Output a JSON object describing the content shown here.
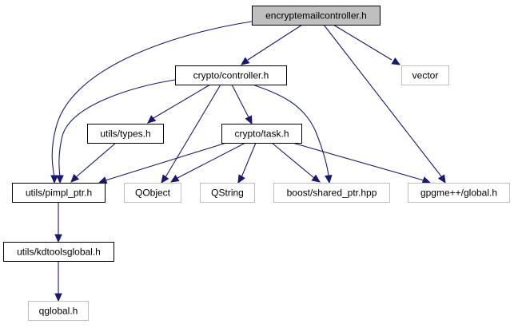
{
  "diagram": {
    "type": "include-dependency-graph",
    "colors": {
      "edge": "#191970",
      "root_fill": "#bfbfbf",
      "root_border": "#000000",
      "internal_border": "#000000",
      "external_border": "#bfbfbf",
      "text": "#000000"
    },
    "nodes": [
      {
        "id": "encryptemailcontroller",
        "label": "encryptemailcontroller.h",
        "kind": "root"
      },
      {
        "id": "crypto_controller",
        "label": "crypto/controller.h",
        "kind": "internal"
      },
      {
        "id": "vector",
        "label": "vector",
        "kind": "external"
      },
      {
        "id": "utils_types",
        "label": "utils/types.h",
        "kind": "internal"
      },
      {
        "id": "crypto_task",
        "label": "crypto/task.h",
        "kind": "internal"
      },
      {
        "id": "utils_pimpl_ptr",
        "label": "utils/pimpl_ptr.h",
        "kind": "internal"
      },
      {
        "id": "qobject",
        "label": "QObject",
        "kind": "external"
      },
      {
        "id": "qstring",
        "label": "QString",
        "kind": "external"
      },
      {
        "id": "boost_shared_ptr",
        "label": "boost/shared_ptr.hpp",
        "kind": "external"
      },
      {
        "id": "gpgme_global",
        "label": "gpgme++/global.h",
        "kind": "external"
      },
      {
        "id": "utils_kdtoolsglobal",
        "label": "utils/kdtoolsglobal.h",
        "kind": "internal"
      },
      {
        "id": "qglobal",
        "label": "qglobal.h",
        "kind": "external"
      }
    ],
    "edges": [
      {
        "from": "encryptemailcontroller",
        "to": "crypto_controller"
      },
      {
        "from": "encryptemailcontroller",
        "to": "vector"
      },
      {
        "from": "encryptemailcontroller",
        "to": "utils_pimpl_ptr"
      },
      {
        "from": "encryptemailcontroller",
        "to": "gpgme_global"
      },
      {
        "from": "crypto_controller",
        "to": "utils_types"
      },
      {
        "from": "crypto_controller",
        "to": "crypto_task"
      },
      {
        "from": "crypto_controller",
        "to": "utils_pimpl_ptr"
      },
      {
        "from": "crypto_controller",
        "to": "qobject"
      },
      {
        "from": "crypto_controller",
        "to": "boost_shared_ptr"
      },
      {
        "from": "utils_types",
        "to": "utils_pimpl_ptr"
      },
      {
        "from": "crypto_task",
        "to": "utils_pimpl_ptr"
      },
      {
        "from": "crypto_task",
        "to": "qobject"
      },
      {
        "from": "crypto_task",
        "to": "qstring"
      },
      {
        "from": "crypto_task",
        "to": "boost_shared_ptr"
      },
      {
        "from": "crypto_task",
        "to": "gpgme_global"
      },
      {
        "from": "utils_pimpl_ptr",
        "to": "utils_kdtoolsglobal"
      },
      {
        "from": "utils_kdtoolsglobal",
        "to": "qglobal"
      }
    ]
  }
}
